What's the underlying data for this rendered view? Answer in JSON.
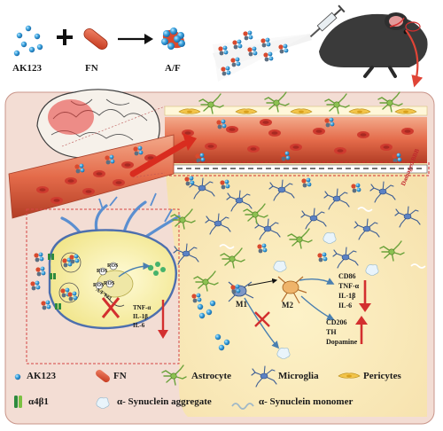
{
  "synthesis": {
    "reagent_a": "AK123",
    "reagent_b": "FN",
    "product": "A/F",
    "plus_sign": "+"
  },
  "bbb_label": "Damaged BBB",
  "inset": {
    "enzyme_labels": [
      "ROS",
      "ROS",
      "ROS",
      "ROS"
    ],
    "arrow_label": "A/F 123",
    "cytokines": [
      "TNF-α",
      "IL-1β",
      "IL-6"
    ]
  },
  "microglia_states": {
    "m1": "M1",
    "m2": "M2"
  },
  "m1_markers": [
    "CD86",
    "TNF-α",
    "IL-1β",
    "IL-6"
  ],
  "m2_markers": [
    "CD206",
    "TH",
    "Dopamine"
  ],
  "legend": [
    {
      "icon": "ak123-particle-icon",
      "label": "AK123"
    },
    {
      "icon": "fn-capsule-icon",
      "label": "FN"
    },
    {
      "icon": "astrocyte-icon",
      "label": "Astrocyte"
    },
    {
      "icon": "microglia-icon",
      "label": "Microglia"
    },
    {
      "icon": "pericyte-icon",
      "label": "Pericytes"
    },
    {
      "icon": "integrin-icon",
      "label": "α4β1"
    },
    {
      "icon": "synuclein-aggregate-icon",
      "label": "α- Synuclein aggregate"
    },
    {
      "icon": "synuclein-monomer-icon",
      "label": "α- Synuclein monomer"
    }
  ],
  "colors": {
    "panel_bg": "#f3ddd4",
    "brain_tissue": "#fbeec0",
    "vessel": "#e07452",
    "rbc": "#c8372d",
    "ak123": "#2f9fd8",
    "fn": "#d94a2e",
    "astrocyte": "#7fb34a",
    "microglia": "#4f74b4",
    "accent_red": "#d32f2f"
  }
}
